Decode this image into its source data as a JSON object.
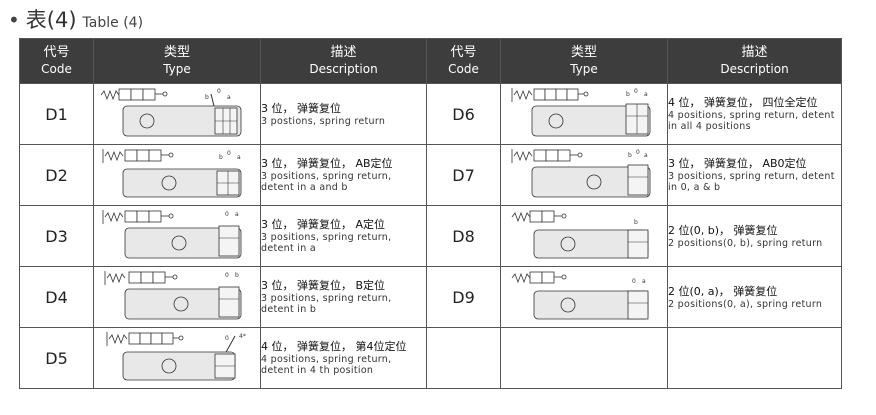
{
  "heading": {
    "bullet": "•",
    "zh": "表(4)",
    "en": "Table (4)"
  },
  "columns": [
    {
      "zh": "代号",
      "en": "Code"
    },
    {
      "zh": "类型",
      "en": "Type"
    },
    {
      "zh": "描述",
      "en": "Description"
    },
    {
      "zh": "代号",
      "en": "Code"
    },
    {
      "zh": "类型",
      "en": "Type"
    },
    {
      "zh": "描述",
      "en": "Description"
    }
  ],
  "rows": [
    {
      "left": {
        "code": "D1",
        "zh": "3 位， 弹簧复位",
        "en": "3 postions, spring return",
        "diagram": "3 positions, spring return"
      },
      "right": {
        "code": "D6",
        "zh": "4 位， 弹簧复位， 四位全定位",
        "en": "4 positions, spring return, detent in all 4 positions",
        "diagram": "4 positions, detent in all"
      }
    },
    {
      "left": {
        "code": "D2",
        "zh": "3 位， 弹簧复位， AB定位",
        "en": "3 positions, spring return, detent in a and b",
        "diagram": "3 positions, detent a and b"
      },
      "right": {
        "code": "D7",
        "zh": "3 位， 弹簧复位， AB0定位",
        "en": "3 positions, spring return, detent in 0, a & b",
        "diagram": "3 positions, detent 0 a b"
      }
    },
    {
      "left": {
        "code": "D3",
        "zh": "3 位， 弹簧复位， A定位",
        "en": "3 positions, spring return, detent in a",
        "diagram": "3 positions, detent a"
      },
      "right": {
        "code": "D8",
        "zh": "2 位(0, b)， 弹簧复位",
        "en": "2 positions(0, b), spring return",
        "diagram": "2 positions 0 b"
      }
    },
    {
      "left": {
        "code": "D4",
        "zh": "3 位， 弹簧复位， B定位",
        "en": "3 positions, spring return, detent in b",
        "diagram": "3 positions, detent b"
      },
      "right": {
        "code": "D9",
        "zh": "2 位(0, a)， 弹簧复位",
        "en": "2 positions(0, a), spring return",
        "diagram": "2 positions 0 a"
      }
    },
    {
      "left": {
        "code": "D5",
        "zh": "4 位， 弹簧复位， 第4位定位",
        "en": "4 positions, spring return, detent in 4 th position",
        "diagram": "4 positions, detent 4th"
      },
      "right": {
        "code": "",
        "zh": "",
        "en": "",
        "diagram": ""
      }
    }
  ],
  "symbol_text": {
    "zero": "0",
    "a": "a",
    "b": "b",
    "four": "4*"
  }
}
